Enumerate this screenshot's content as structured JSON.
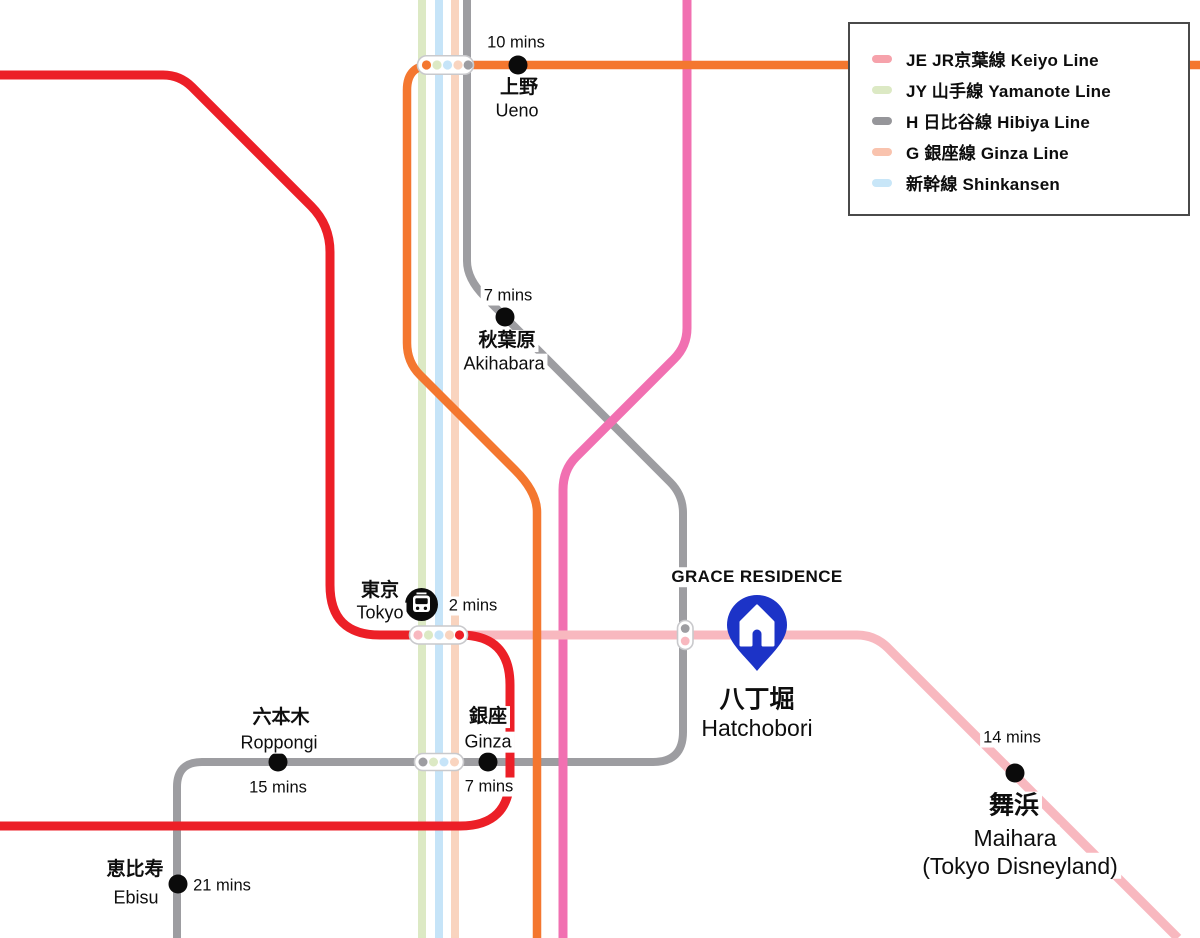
{
  "colors": {
    "red": "#EC1F27",
    "orange": "#F4772F",
    "magenta": "#F170B1",
    "hibiya_gray": "#9D9DA1",
    "keiyo_pink": "#F8B8BF",
    "yamanote_green": "#DCE9C4",
    "shinkansen_blue": "#C6E4F8",
    "ginza_peach": "#F9D4BF",
    "capsule_stroke": "#C9C9CC",
    "station_dot": "#0B0B0B",
    "pin_blue": "#1C33C7",
    "icon_white": "#FFFFFF"
  },
  "legend": {
    "items": [
      {
        "label": "JE JR京葉線 Keiyo Line",
        "color": "#F6A2AB"
      },
      {
        "label": "JY 山手線 Yamanote Line",
        "color": "#DCE9C4"
      },
      {
        "label": "H 日比谷線 Hibiya Line",
        "color": "#96969A"
      },
      {
        "label": "G 銀座線 Ginza Line",
        "color": "#F9C3AE"
      },
      {
        "label": "新幹線 Shinkansen",
        "color": "#C8E6F8"
      }
    ]
  },
  "residence": {
    "label": "GRACE RESIDENCE"
  },
  "stations": {
    "ueno": {
      "name_jp": "上野",
      "name_en": "Ueno",
      "time": "10 mins"
    },
    "akihabara": {
      "name_jp": "秋葉原",
      "name_en": "Akihabara",
      "time": "7 mins"
    },
    "tokyo": {
      "name_jp": "東京",
      "name_en": "Tokyo",
      "time": "2 mins"
    },
    "roppongi": {
      "name_jp": "六本木",
      "name_en": "Roppongi",
      "time": "15 mins"
    },
    "ginza": {
      "name_jp": "銀座",
      "name_en": "Ginza",
      "time": "7 mins"
    },
    "ebisu": {
      "name_jp": "恵比寿",
      "name_en": "Ebisu",
      "time": "21 mins"
    },
    "hatchobori": {
      "name_jp": "八丁堀",
      "name_en": "Hatchobori"
    },
    "maihama": {
      "name_jp": "舞浜",
      "name_en": "Maihara",
      "name_en_note": "(Tokyo Disneyland)",
      "time": "14 mins"
    }
  }
}
